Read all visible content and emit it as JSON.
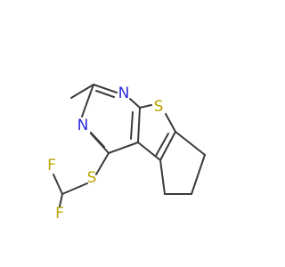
{
  "colors": {
    "bond": "#3a3a3a",
    "background": "#ffffff",
    "nitrogen": "#2b2bdb",
    "sulfur": "#b8a400",
    "fluorine": "#b8a400"
  },
  "atoms": {
    "n1": {
      "label": "N",
      "element": "nitrogen"
    },
    "n2": {
      "label": "N",
      "element": "nitrogen"
    },
    "s_ring": {
      "label": "S",
      "element": "sulfur"
    },
    "s_thio": {
      "label": "S",
      "element": "sulfur"
    },
    "f1": {
      "label": "F",
      "element": "fluorine"
    },
    "f2": {
      "label": "F",
      "element": "fluorine"
    }
  }
}
